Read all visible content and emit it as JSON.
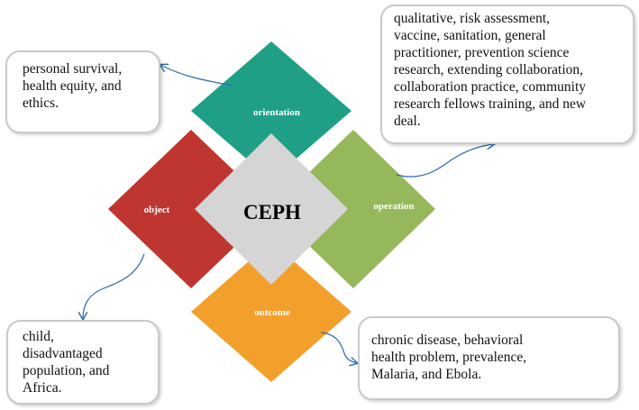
{
  "center": {
    "label": "CEPH"
  },
  "dimensions": {
    "orientation": {
      "label": "orientation",
      "color": "#1fa086"
    },
    "object": {
      "label": "object",
      "color": "#bf3631"
    },
    "operation": {
      "label": "operation",
      "color": "#95b85a"
    },
    "outcome": {
      "label": "outcome",
      "color": "#f29f2c"
    }
  },
  "center_color": "#d5d5d5",
  "callouts": {
    "orientation": {
      "lines": [
        "personal survival,",
        "health equity, and",
        "ethics."
      ]
    },
    "operation": {
      "lines": [
        "qualitative, risk assessment,",
        "vaccine, sanitation, general",
        "practitioner, prevention science",
        "research, extending collaboration,",
        "collaboration practice, community",
        "research fellows training, and new",
        "deal."
      ]
    },
    "object": {
      "lines": [
        "child,",
        "disadvantaged",
        "population, and",
        "Africa."
      ]
    },
    "outcome": {
      "lines": [
        "chronic disease, behavioral",
        "health problem, prevalence,",
        "Malaria, and Ebola."
      ]
    }
  },
  "connector_color": "#2e6aad"
}
